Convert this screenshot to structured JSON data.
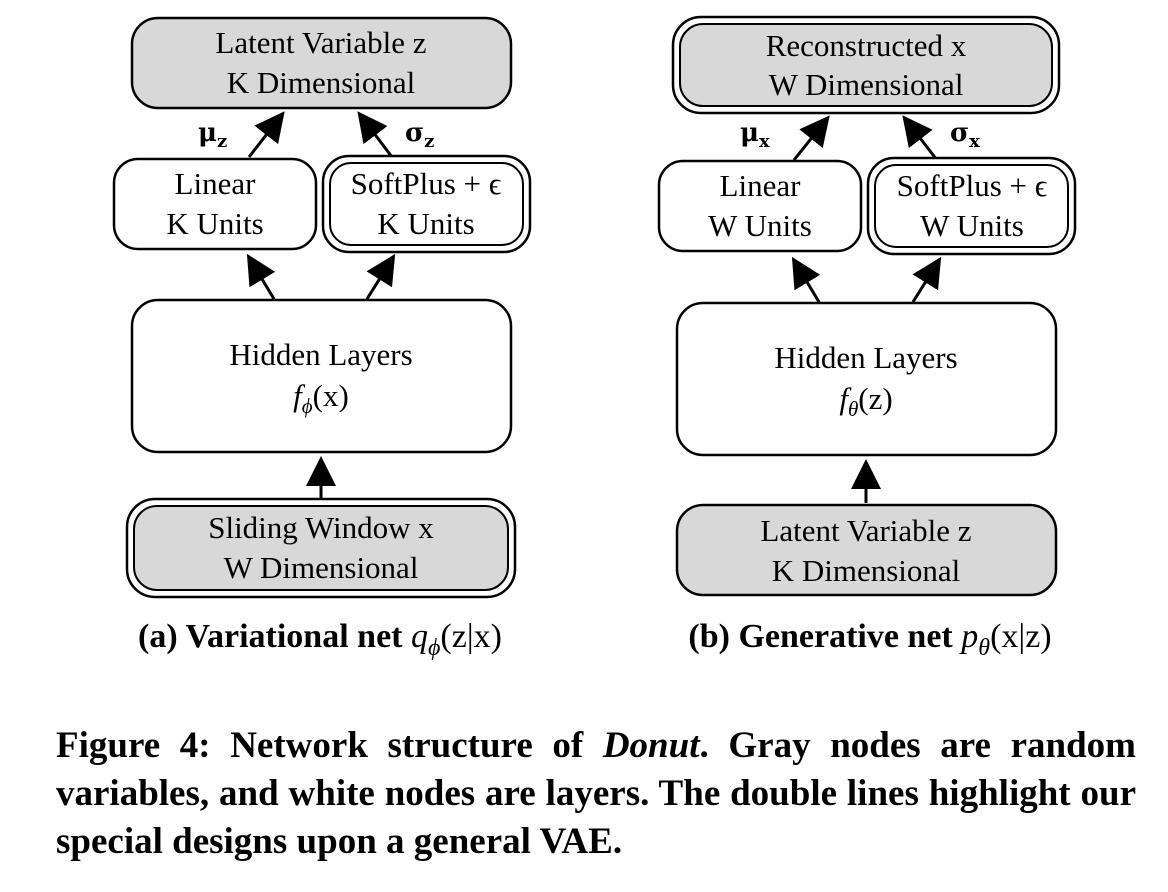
{
  "panel_a": {
    "top_node": {
      "line1": "Latent Variable z",
      "line2": "K Dimensional"
    },
    "left_label": {
      "sym": "μ",
      "sub": "z"
    },
    "right_label": {
      "sym": "σ",
      "sub": "z"
    },
    "linear_node": {
      "line1": "Linear",
      "line2": "K Units"
    },
    "softplus_node": {
      "line1": "SoftPlus + ϵ",
      "line2": "K Units"
    },
    "hidden_node": {
      "line1": "Hidden Layers",
      "func": "f",
      "sub": "ϕ",
      "arg": "(x)"
    },
    "bottom_node": {
      "line1": "Sliding Window x",
      "line2": "W Dimensional"
    },
    "caption": {
      "prefix": "(a) Variational net ",
      "fn": "q",
      "sub": "ϕ",
      "arg": "(z|x)"
    }
  },
  "panel_b": {
    "top_node": {
      "line1": "Reconstructed x",
      "line2": "W Dimensional"
    },
    "left_label": {
      "sym": "μ",
      "sub": "x"
    },
    "right_label": {
      "sym": "σ",
      "sub": "x"
    },
    "linear_node": {
      "line1": "Linear",
      "line2": "W Units"
    },
    "softplus_node": {
      "line1": "SoftPlus + ϵ",
      "line2": "W Units"
    },
    "hidden_node": {
      "line1": "Hidden Layers",
      "func": "f",
      "sub": "θ",
      "arg": "(z)"
    },
    "bottom_node": {
      "line1": "Latent Variable z",
      "line2": "K Dimensional"
    },
    "caption": {
      "prefix": "(b) Generative net ",
      "fn": "p",
      "sub": "θ",
      "arg": "(x|z)"
    }
  },
  "figure_caption": {
    "label": "Figure 4: Network structure of ",
    "emph": "Donut",
    "rest": ". Gray nodes are random variables, and white nodes are layers. The double lines highlight our special designs upon a general VAE."
  },
  "colors": {
    "random_variable_fill": "#d8d8d8",
    "layer_fill": "#ffffff",
    "stroke": "#000000"
  }
}
